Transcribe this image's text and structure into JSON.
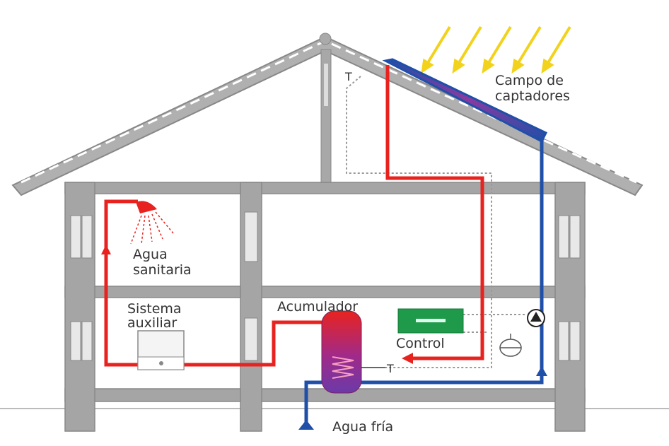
{
  "labels": {
    "collectors": [
      "Campo de",
      "captadores"
    ],
    "hot_water": [
      "Agua",
      "sanitaria"
    ],
    "aux_system": [
      "Sistema",
      "auxiliar"
    ],
    "tank": "Acumulador",
    "control": "Control",
    "cold_water": "Agua fría",
    "sensor_roof": "T",
    "sensor_tank": "T"
  },
  "colors": {
    "hot_pipe": "#e8231f",
    "cold_pipe": "#1f4fa8",
    "structure": "#9a9a9a",
    "control_box": "#1f9a4a",
    "sun_rays": "#f2d21a"
  }
}
